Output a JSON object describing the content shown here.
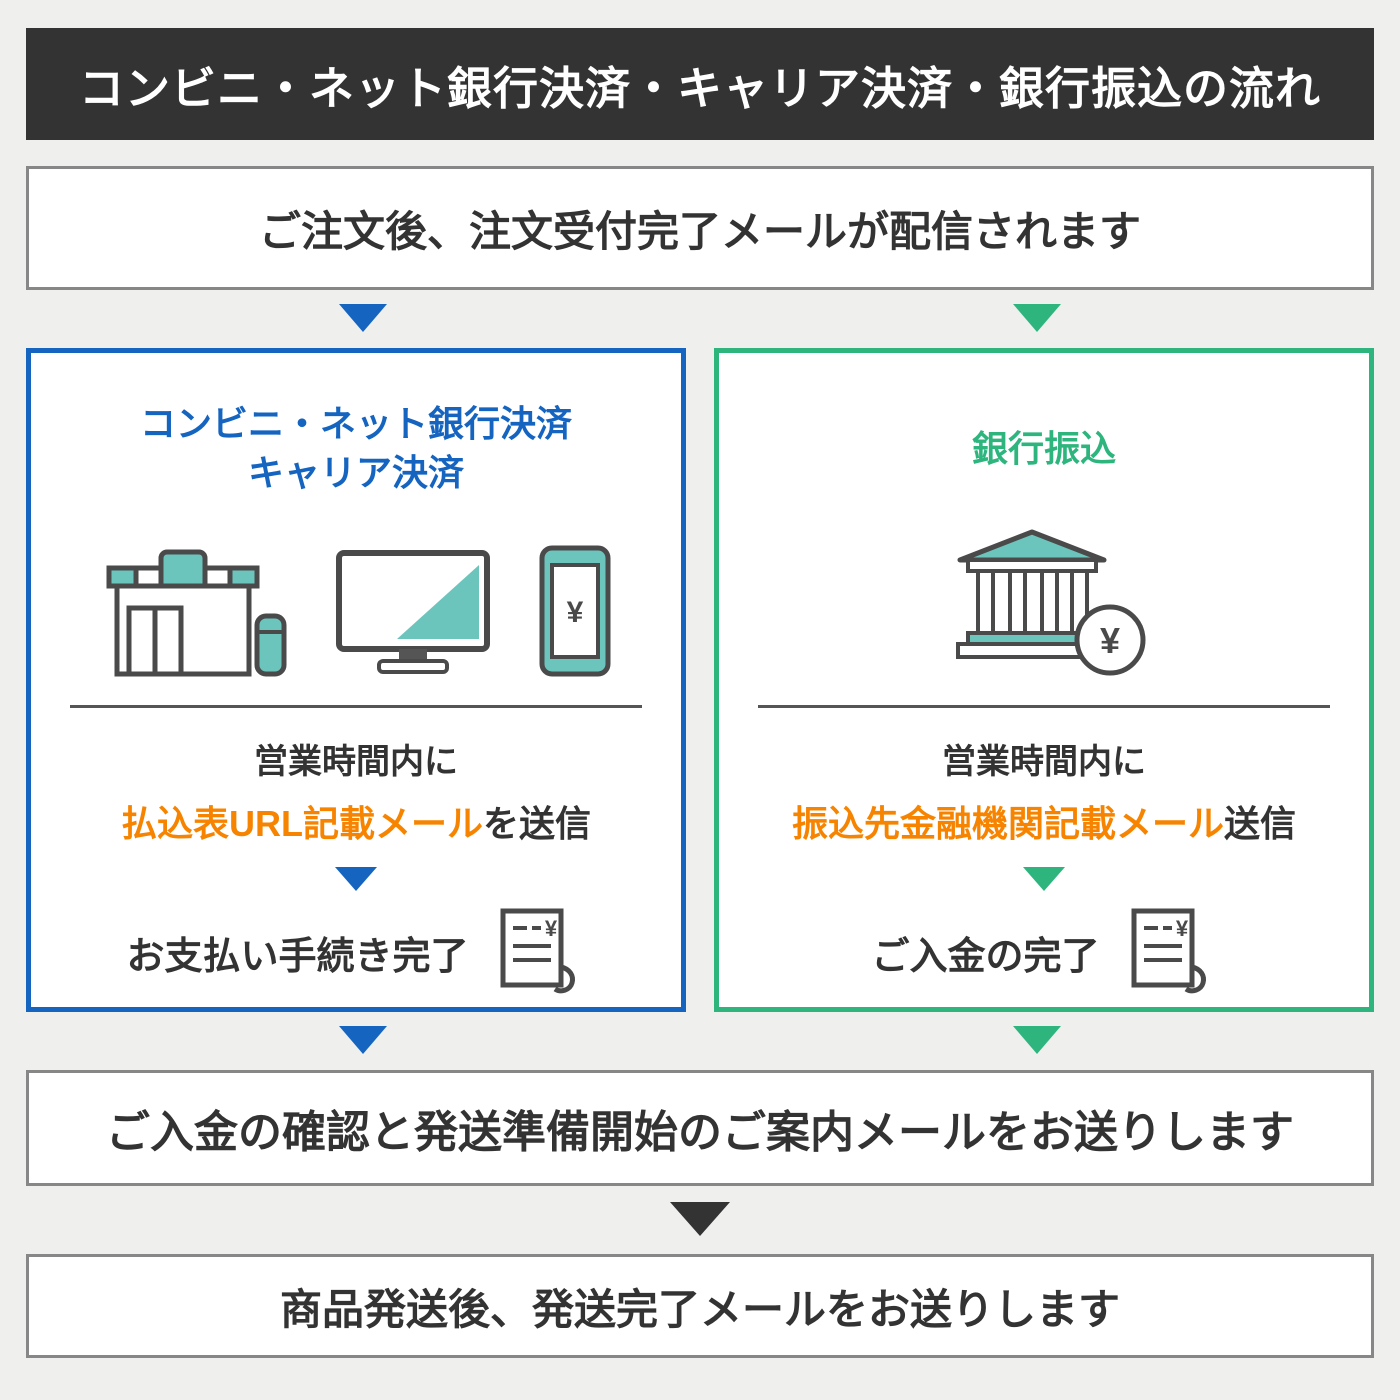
{
  "colors": {
    "background": "#efefee",
    "header_bg": "#333333",
    "header_text": "#ffffff",
    "box_border_gray": "#878787",
    "blue": "#1565c0",
    "green": "#2eb57e",
    "orange": "#f78400",
    "teal_icon": "#6cc5bd",
    "text": "#333333"
  },
  "header": {
    "title": "コンビニ・ネット銀行決済・キャリア決済・銀行振込の流れ"
  },
  "steps": {
    "order_received": "ご注文後、注文受付完了メールが配信されます",
    "payment_confirmed": "ご入金の確認と発送準備開始のご案内メールをお送りします",
    "shipped": "商品発送後、発送完了メールをお送りします"
  },
  "left_panel": {
    "title_line1": "コンビニ・ネット銀行決済",
    "title_line2": "キャリア決済",
    "icons": [
      "convenience-store-icon",
      "computer-monitor-icon",
      "smartphone-icon"
    ],
    "hours_line": "営業時間内に",
    "mail_highlight": "払込表URL記載メール",
    "mail_suffix": "を送信",
    "complete_text": "お支払い手続き完了",
    "complete_icon": "receipt-icon"
  },
  "right_panel": {
    "title": "銀行振込",
    "icons": [
      "bank-icon"
    ],
    "hours_line": "営業時間内に",
    "mail_highlight": "振込先金融機関記載メール",
    "mail_suffix": "送信",
    "complete_text": "ご入金の完了",
    "complete_icon": "receipt-icon"
  },
  "currency": "¥"
}
